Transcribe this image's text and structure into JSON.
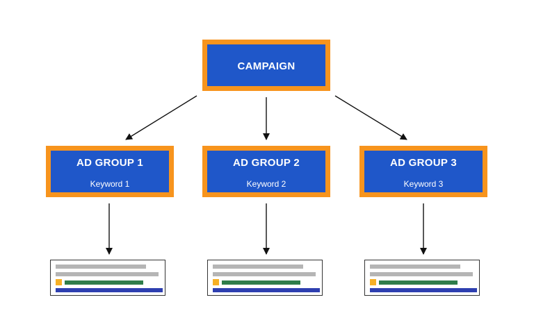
{
  "campaign": {
    "title": "CAMPAIGN"
  },
  "groups": [
    {
      "title": "AD GROUP 1",
      "keyword": "Keyword 1"
    },
    {
      "title": "AD GROUP 2",
      "keyword": "Keyword 2"
    },
    {
      "title": "AD GROUP 3",
      "keyword": "Keyword 3"
    }
  ],
  "colors": {
    "box_fill": "#1f57c9",
    "box_border": "#f7941d",
    "ad_gray": "#b5b5b5",
    "ad_green": "#2f7d4a",
    "ad_blue": "#2e3fb0",
    "ad_square": "#f6b026"
  }
}
